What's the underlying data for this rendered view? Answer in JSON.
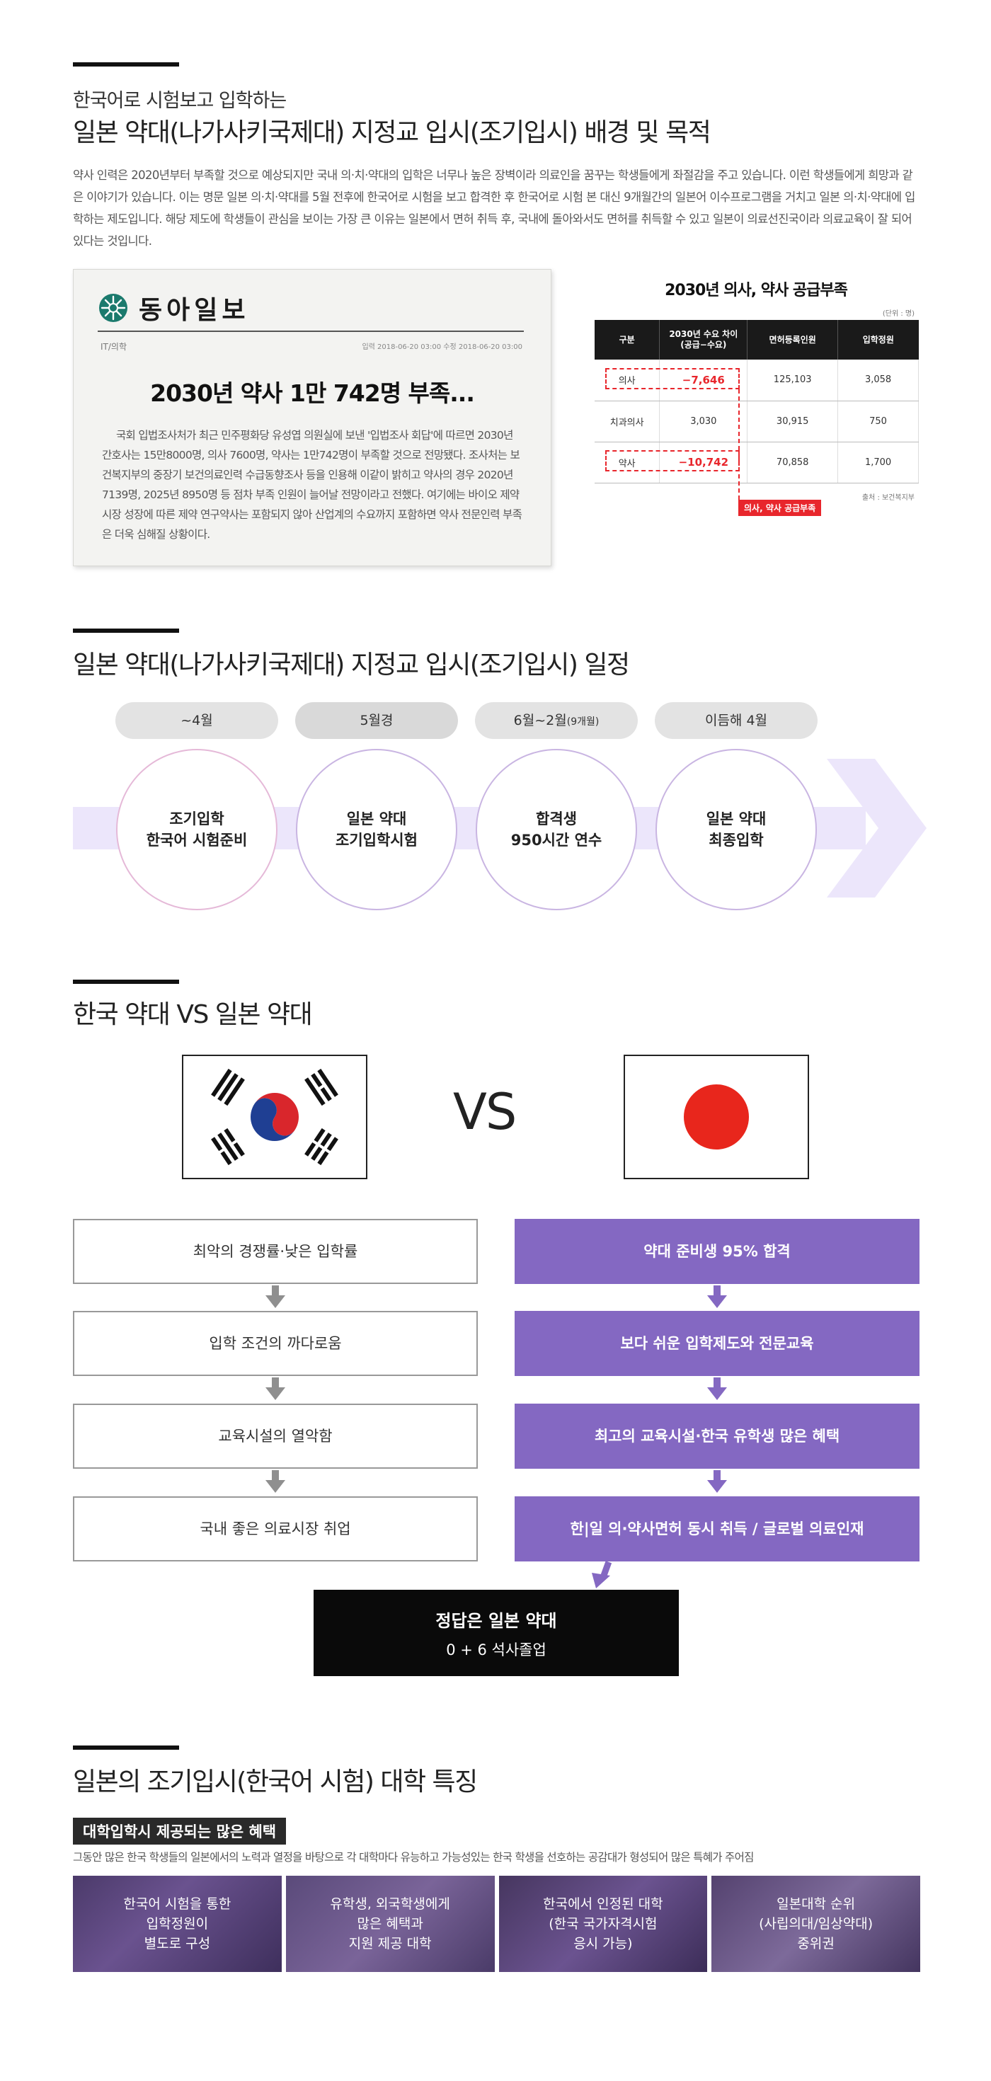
{
  "section1": {
    "subtitle": "한국어로 시험보고 입학하는",
    "title": "일본 약대(나가사키국제대) 지정교 입시(조기입시) 배경 및 목적",
    "paragraph": "약사 인력은 2020년부터 부족할 것으로 예상되지만 국내 의·치·약대의 입학은 너무나 높은 장벽이라 의료인을 꿈꾸는 학생들에게 좌절감을 주고 있습니다. 이런 학생들에게 희망과 같은 이야기가 있습니다. 이는 명문 일본 의·치·약대를 5월 전후에 한국어로 시험을 보고 합격한 후 한국어로 시험 본 대신 9개월간의 일본어 이수프로그램을 거치고 일본 의·치·약대에 입학하는 제도입니다. 해당 제도에 학생들이 관심을 보이는 가장 큰 이유는 일본에서 면허 취득 후, 국내에 돌아와서도 면허를 취득할 수 있고 일본이 의료선진국이라 의료교육이 잘 되어있다는 것입니다.",
    "newspaper": {
      "logo": "동아일보",
      "category": "IT/의학",
      "dates": "입력 2018-06-20 03:00   수정 2018-06-20 03:00",
      "headline": "2030년 약사 1만 742명 부족...",
      "body": "국회 입법조사처가 최근 민주평화당 유성엽 의원실에 보낸 '입법조사 회답'에 따르면 2030년 간호사는 15만8000명, 의사 7600명, 약사는 1만742명이 부족할 것으로 전망됐다. 조사처는 보건복지부의 중장기 보건의료인력 수급동향조사 등을 인용해 이같이 밝히고 약사의 경우 2020년 7139명, 2025년 8950명 등 점차 부족 인원이 늘어날 전망이라고 전했다. 여기에는 바이오 제약시장 성장에 따른 제약 연구약사는 포함되지 않아 산업계의 수요까지 포함하면 약사 전문인력 부족은 더욱 심해질 상황이다."
    },
    "table": {
      "title": "2030년 의사, 약사 공급부족",
      "unit": "(단위 : 명)",
      "headers": [
        "구분",
        "2030년 수요 차이",
        "(공급−수요)",
        "면허등록인원",
        "입학정원"
      ],
      "rows": [
        [
          "의사",
          "−7,646",
          "125,103",
          "3,058"
        ],
        [
          "치과의사",
          "3,030",
          "30,915",
          "750"
        ],
        [
          "약사",
          "−10,742",
          "70,858",
          "1,700"
        ]
      ],
      "source": "출처 : 보건복지부",
      "tag": "의사, 약사 공급부족"
    }
  },
  "section2": {
    "title": "일본 약대(나가사키국제대) 지정교 입시(조기입시) 일정",
    "steps": [
      {
        "period": "~4월",
        "line1": "조기입학",
        "line2": "한국어 시험준비"
      },
      {
        "period": "5월경",
        "line1": "일본 약대",
        "line2": "조기입학시험"
      },
      {
        "period": "6월~2월",
        "period_note": "(9개월)",
        "line1": "합격생",
        "line2": "950시간 연수"
      },
      {
        "period": "이듬해 4월",
        "line1": "일본 약대",
        "line2": "최종입학"
      }
    ]
  },
  "section3": {
    "title": "한국 약대 VS 일본 약대",
    "vs": "VS",
    "korea": [
      "최악의 경쟁률·낮은 입학률",
      "입학 조건의 까다로움",
      "교육시설의 열악함",
      "국내 좋은 의료시장 취업"
    ],
    "japan": [
      "약대 준비생 95% 합격",
      "보다 쉬운 입학제도와 전문교육",
      "최고의 교육시설·한국 유학생 많은 혜택",
      "한|일 의·약사면허 동시 취득 / 글로벌 의료인재"
    ],
    "answer_line1": "정답은 일본 약대",
    "answer_line2": "0 + 6 석사졸업"
  },
  "section4": {
    "title": "일본의 조기입시(한국어 시험) 대학 특징",
    "tag": "대학입학시 제공되는 많은 혜택",
    "paragraph": "그동안 많은 한국 학생들의 일본에서의 노력과 열정을 바탕으로 각 대학마다 유능하고 가능성있는 한국 학생을 선호하는 공감대가 형성되어 많은 특혜가 주어짐",
    "cards": [
      [
        "한국어 시험을 통한",
        "입학정원이",
        "별도로 구성"
      ],
      [
        "유학생, 외국학생에게",
        "많은 혜택과",
        "지원 제공 대학"
      ],
      [
        "한국에서 인정된 대학",
        "(한국 국가자격시험",
        "응시 가능)"
      ],
      [
        "일본대학 순위",
        "(사립의대/임상약대)",
        "중위권"
      ]
    ]
  },
  "colors": {
    "accent_purple": "#8468c2",
    "red": "#e8262c",
    "pill_gray": "#e3e3e3",
    "arrow_lilac": "#ece6fb"
  }
}
